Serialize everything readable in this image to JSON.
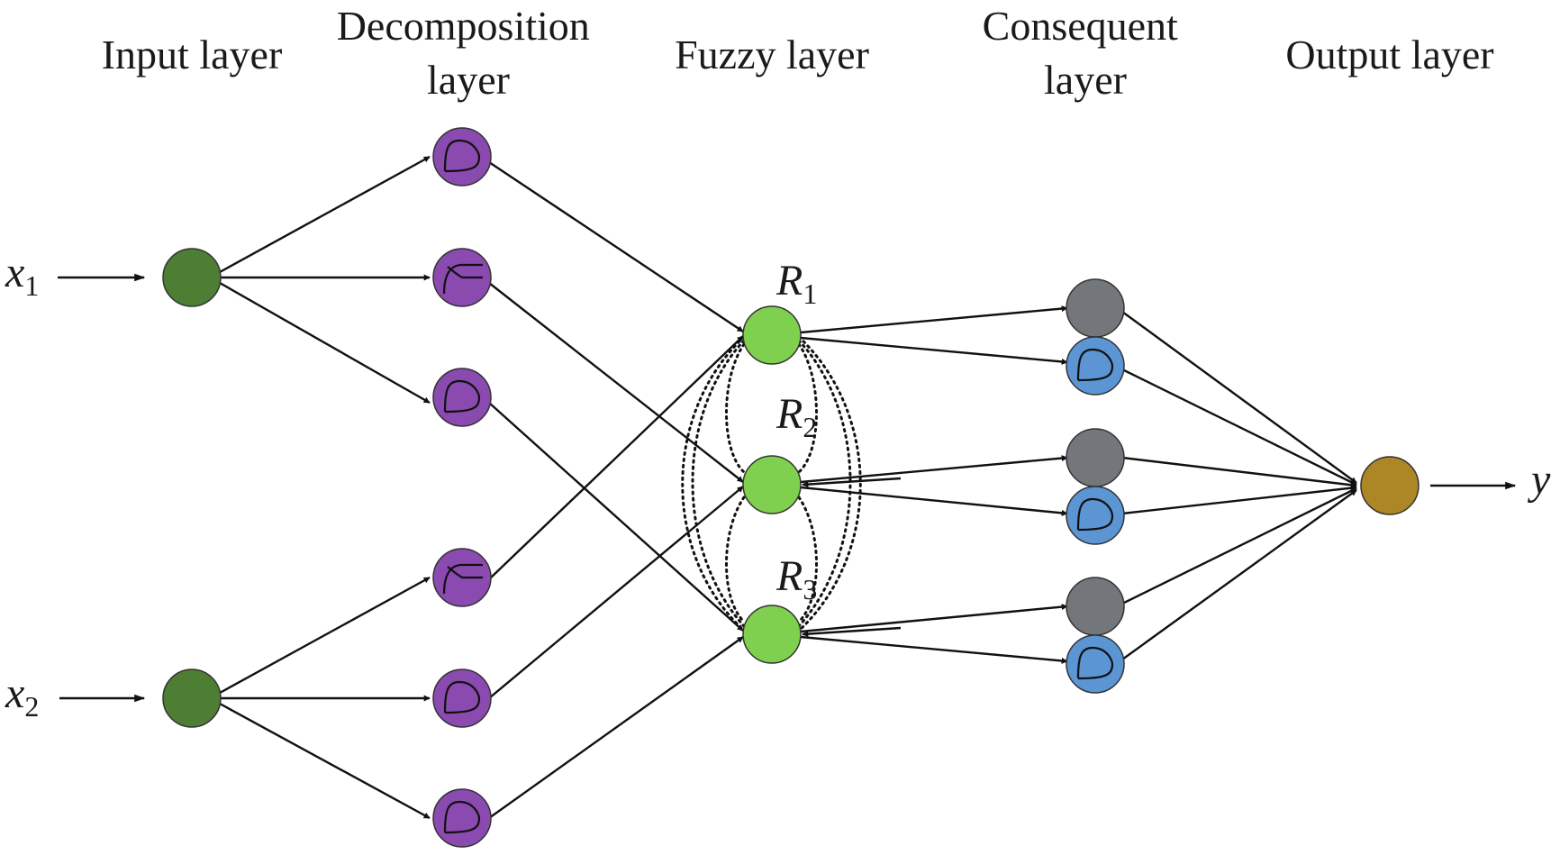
{
  "layer_titles": {
    "input": [
      "Input layer"
    ],
    "decomposition": [
      "Decomposition",
      "layer"
    ],
    "fuzzy": [
      "Fuzzy layer"
    ],
    "consequent": [
      "Consequent",
      "layer"
    ],
    "output": [
      "Output layer"
    ]
  },
  "inputs": [
    {
      "var": "x",
      "sub": "1"
    },
    {
      "var": "x",
      "sub": "2"
    }
  ],
  "rules": [
    {
      "var": "R",
      "sub": "1"
    },
    {
      "var": "R",
      "sub": "2"
    },
    {
      "var": "R",
      "sub": "3"
    }
  ],
  "output": {
    "var": "y"
  },
  "colors": {
    "input_node": "#4e7d34",
    "decomposition_node": "#8a4ab0",
    "fuzzy_node": "#7fd04f",
    "consequent_gray": "#73767b",
    "consequent_blue": "#5b95d3",
    "output_node": "#ad8625"
  },
  "icons": {
    "decomposition": [
      "bell-curve-icon",
      "sigmoid-icon",
      "bell-curve-icon",
      "sigmoid-icon",
      "bell-curve-icon",
      "bell-curve-icon"
    ]
  }
}
